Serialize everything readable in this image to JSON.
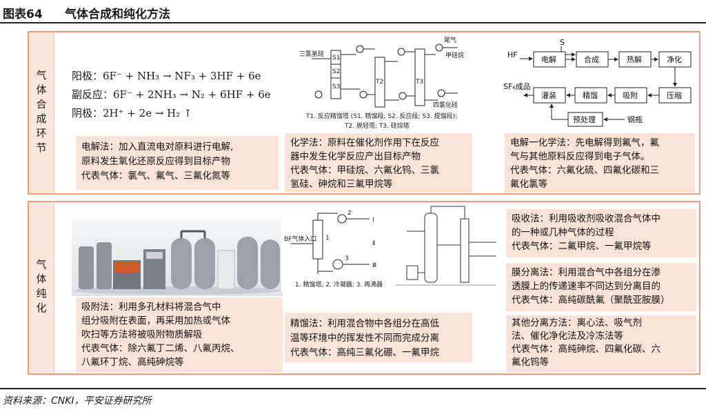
{
  "header": {
    "figure_no": "图表64",
    "title": "气体合成和纯化方法"
  },
  "sections": {
    "synthesis": {
      "side_label": "气体合成环节",
      "equations": [
        "阳极：6F⁻ + NH₃ → NF₃ + 3HF + 6e",
        "副反应：6F⁻ + 2NH₃ → N₂ + 6HF + 6e",
        "阴极：2H⁺ + 2e → H₂ ↑"
      ],
      "tower_diagram": {
        "tags": [
          "尾气",
          "三氯氢硅",
          "甲硅烷",
          "四氯化硅",
          "S1",
          "S2",
          "S3",
          "T2",
          "T3"
        ],
        "caption1": "T1. 反应精馏塔 (S1. 精馏段; S2. 反应段; S3. 提馏段);",
        "caption2": "T2. 脱轻塔; T3. 硅烷塔"
      },
      "flow_diagram": {
        "hf": "HF",
        "s": "S",
        "steps_top": [
          "电解",
          "合成",
          "热解",
          "净化"
        ],
        "steps_bottom": [
          "灌装",
          "精馏",
          "吸附",
          "压缩"
        ],
        "sf_label": "SF₆成品",
        "pre": "预处理",
        "bottle": "钢瓶"
      },
      "boxes": [
        {
          "lines": [
            "电解法：加入直流电对原料进行电解,",
            "原料发生氧化还原反应得到目标产物",
            "代表气体：氯气、氟气、三氟化氮等"
          ]
        },
        {
          "lines": [
            "化学法：原料在催化剂作用下在反应",
            "器中发生化学反应产出目标产物",
            "代表气体：甲硅烷、六氟化钨、三氯",
            "氢硅、砷烷和三氟甲烷等"
          ]
        },
        {
          "lines": [
            "电解一化学法：先电解得到氟气，氟",
            "气与其他原料反应得到电子气体。",
            "代表气体：六氟化硫、四氟化碳和三",
            "氟化氯等"
          ]
        }
      ]
    },
    "purification": {
      "side_label": "气体纯化",
      "distill_diagram": {
        "inlet": "BF气体入口",
        "caption": "1. 精馏塔; 2. 冷凝器; 3. 再沸器",
        "marks": [
          "1",
          "2",
          "3",
          "Ⅰ",
          "Ⅱ",
          "Ⅲ"
        ]
      },
      "boxes_left": [
        {
          "lines": [
            "吸附法：利用多孔材料将混合气中",
            "组分吸附在表面，再采用加热或气体",
            "吹扫等方法将被吸附物质解吸",
            "代表气体：除六氟丁二烯、八氟丙烷、",
            "八氟环丁烷、高纯砷烷等"
          ]
        },
        {
          "lines": [
            "精馏法：利用混合物中各组分在高低",
            "温等环境中的挥发性不同而完成分离",
            "代表气体：高纯三氟化硼、一氟甲烷"
          ]
        }
      ],
      "boxes_right": [
        {
          "lines": [
            "吸收法：利用吸收剂吸收混合气体中",
            "的一种或几种气体的过程",
            "代表气体：二氟甲烷、一氟甲烷等"
          ]
        },
        {
          "lines": [
            "膜分离法：利用混合气中各组分在渗",
            "透膜上的传递速率不同达到分离目的",
            "代表气体：高纯碳酰氟（聚酰亚胺膜）"
          ]
        },
        {
          "lines": [
            "其他分离方法：离心法、吸气剂",
            "法、催化净化法及冷冻法等",
            "代表气体：高纯砷烷、四氟化碳、六",
            "氟化钨等"
          ]
        }
      ]
    }
  },
  "source": "资料来源：CNKI，平安证券研究所",
  "colors": {
    "border": "#e9a07a",
    "box_fill": "#fbe3d8",
    "side_fill": "#fbe7de"
  }
}
